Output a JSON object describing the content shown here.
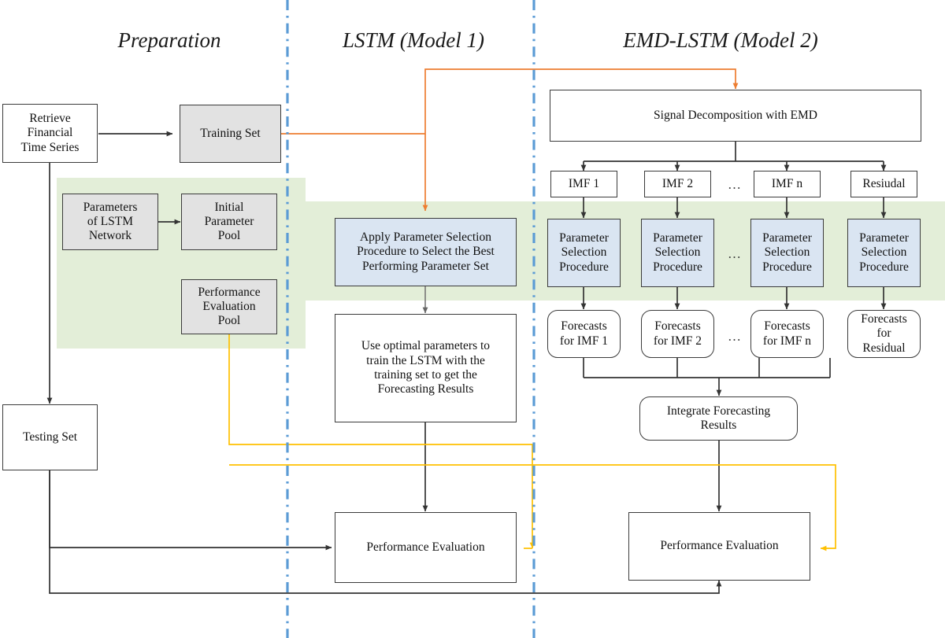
{
  "diagram": {
    "title_columns": [
      {
        "id": "prep",
        "label": "Preparation"
      },
      {
        "id": "lstm",
        "label": "LSTM (Model 1)"
      },
      {
        "id": "emd",
        "label": "EMD-LSTM (Model 2)"
      }
    ],
    "colors": {
      "box_border": "#3b3b3b",
      "gray_fill": "#e2e2e2",
      "blue_fill": "#dae5f2",
      "green_band": "#e3eed8",
      "divider_blue": "#5b9bd5",
      "flow_orange": "#ed7d31",
      "flow_yellow": "#ffc000",
      "flow_black": "#333333"
    },
    "nodes": {
      "retrieve": "Retrieve\nFinancial\nTime Series",
      "training_set": "Training Set",
      "params_lstm": "Parameters\nof LSTM\nNetwork",
      "initial_pool": "Initial\nParameter\nPool",
      "perf_pool": "Performance\nEvaluation\nPool",
      "testing_set": "Testing Set",
      "apply_param": "Apply Parameter Selection\nProcedure to Select the Best\nPerforming Parameter Set",
      "use_optimal": "Use optimal parameters to\ntrain the LSTM with the\ntraining set to get the\nForecasting Results",
      "perf_eval_m1": "Performance Evaluation",
      "signal_decomp": "Signal Decomposition with EMD",
      "imf1": "IMF 1",
      "imf2": "IMF 2",
      "imfn": "IMF n",
      "residual_box": "Resiudal",
      "psp1": "Parameter\nSelection\nProcedure",
      "psp2": "Parameter\nSelection\nProcedure",
      "pspn": "Parameter\nSelection\nProcedure",
      "psp_res": "Parameter\nSelection\nProcedure",
      "fc_imf1": "Forecasts\nfor IMF 1",
      "fc_imf2": "Forecasts\nfor IMF 2",
      "fc_imfn": "Forecasts\nfor IMF n",
      "fc_res": "Forecasts\nfor\nResidual",
      "integrate": "Integrate Forecasting\nResults",
      "perf_eval_m2": "Performance Evaluation"
    },
    "ellipsis": {
      "imf_row": "…",
      "psp_row": "…",
      "forecast_row": "…"
    }
  }
}
